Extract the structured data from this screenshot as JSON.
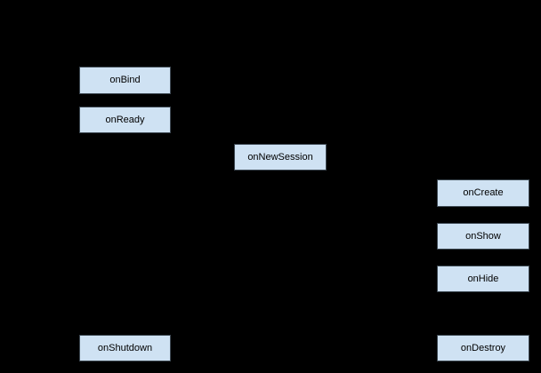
{
  "diagram": {
    "type": "lifecycle-flowchart",
    "colors": {
      "background": "#000000",
      "node_fill": "#cfe2f3",
      "node_border": "#3d4852",
      "node_text": "#000000"
    },
    "nodes": [
      {
        "label": "onBind"
      },
      {
        "label": "onReady"
      },
      {
        "label": "onNewSession"
      },
      {
        "label": "onCreate"
      },
      {
        "label": "onShow"
      },
      {
        "label": "onHide"
      },
      {
        "label": "onShutdown"
      },
      {
        "label": "onDestroy"
      }
    ]
  }
}
